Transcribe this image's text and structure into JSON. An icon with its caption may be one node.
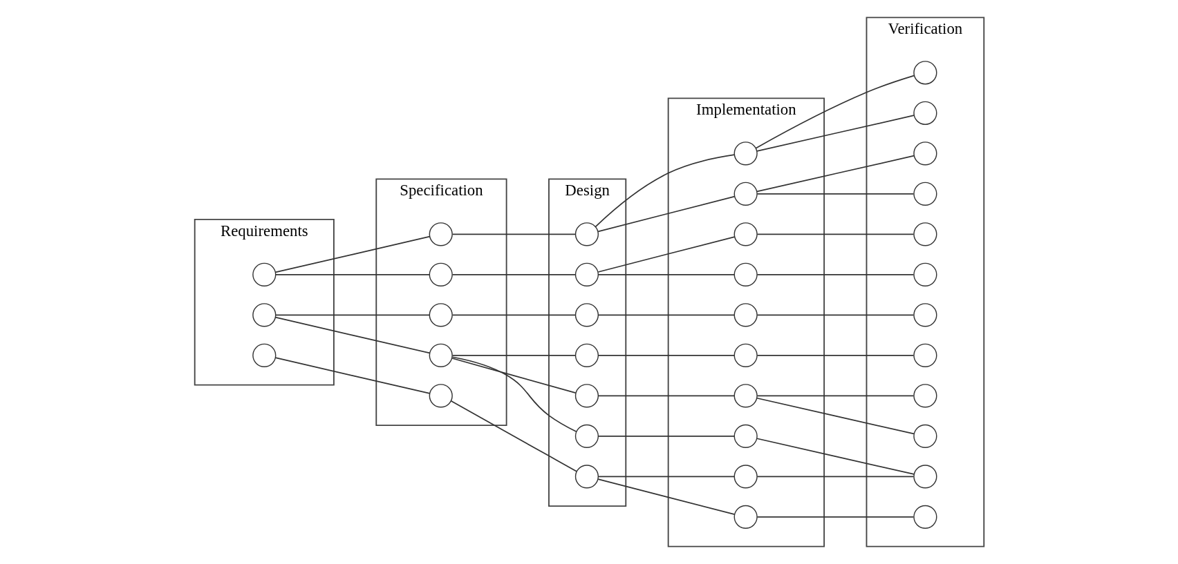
{
  "diagram": {
    "nodes": [
      {
        "text": [
          "Requirements"
        ]
      },
      {
        "text": [
          "Specification"
        ]
      },
      {
        "text": [
          "Design"
        ]
      },
      {
        "text": [
          "Implementation"
        ]
      },
      {
        "text": [
          "Verification"
        ]
      },
      {
        "text": [],
        "shape": "circle",
        "in": 0
      },
      {
        "text": [],
        "shape": "circle",
        "in": 0
      },
      {
        "text": [],
        "shape": "circle",
        "in": 0
      },
      {
        "text": [],
        "shape": "circle",
        "in": 1
      },
      {
        "text": [],
        "shape": "circle",
        "in": 1
      },
      {
        "text": [],
        "shape": "circle",
        "in": 1
      },
      {
        "text": [],
        "shape": "circle",
        "in": 1
      },
      {
        "text": [],
        "shape": "circle",
        "in": 1
      },
      {
        "text": [],
        "shape": "circle",
        "in": 2
      },
      {
        "text": [],
        "shape": "circle",
        "in": 2
      },
      {
        "text": [],
        "shape": "circle",
        "in": 2
      },
      {
        "text": [],
        "shape": "circle",
        "in": 2
      },
      {
        "text": [],
        "shape": "circle",
        "in": 2
      },
      {
        "text": [],
        "shape": "circle",
        "in": 2
      },
      {
        "text": [],
        "shape": "circle",
        "in": 2
      },
      {
        "text": [],
        "shape": "circle",
        "in": 3
      },
      {
        "text": [],
        "shape": "circle",
        "in": 3
      },
      {
        "text": [],
        "shape": "circle",
        "in": 3
      },
      {
        "text": [],
        "shape": "circle",
        "in": 3
      },
      {
        "text": [],
        "shape": "circle",
        "in": 3
      },
      {
        "text": [],
        "shape": "circle",
        "in": 3
      },
      {
        "text": [],
        "shape": "circle",
        "in": 3
      },
      {
        "text": [],
        "shape": "circle",
        "in": 3
      },
      {
        "text": [],
        "shape": "circle",
        "in": 3
      },
      {
        "text": [],
        "shape": "circle",
        "in": 3
      },
      {
        "text": [],
        "shape": "circle",
        "in": 4
      },
      {
        "text": [],
        "shape": "circle",
        "in": 4
      },
      {
        "text": [],
        "shape": "circle",
        "in": 4
      },
      {
        "text": [],
        "shape": "circle",
        "in": 4
      },
      {
        "text": [],
        "shape": "circle",
        "in": 4
      },
      {
        "text": [],
        "shape": "circle",
        "in": 4
      },
      {
        "text": [],
        "shape": "circle",
        "in": 4
      },
      {
        "text": [],
        "shape": "circle",
        "in": 4
      },
      {
        "text": [],
        "shape": "circle",
        "in": 4
      },
      {
        "text": [],
        "shape": "circle",
        "in": 4
      },
      {
        "text": [],
        "shape": "circle",
        "in": 4
      },
      {
        "text": [],
        "shape": "circle",
        "in": 4
      }
    ],
    "edges": [
      {
        "from": 5,
        "to": 8,
        "arrow": "none"
      },
      {
        "from": 5,
        "to": 9,
        "arrow": "none"
      },
      {
        "from": 8,
        "to": 13,
        "arrow": "none"
      },
      {
        "from": 9,
        "to": 14,
        "arrow": "none"
      },
      {
        "from": 13,
        "to": 20,
        "arrow": "none"
      },
      {
        "from": 13,
        "to": 21,
        "arrow": "none"
      },
      {
        "from": 20,
        "to": 30,
        "arrow": "none"
      },
      {
        "from": 20,
        "to": 31,
        "arrow": "none"
      },
      {
        "from": 21,
        "to": 32,
        "arrow": "none"
      },
      {
        "from": 21,
        "to": 33,
        "arrow": "none"
      },
      {
        "from": 14,
        "to": 22,
        "arrow": "none"
      },
      {
        "from": 14,
        "to": 23,
        "arrow": "none"
      },
      {
        "from": 22,
        "to": 34,
        "arrow": "none"
      },
      {
        "from": 23,
        "to": 35,
        "arrow": "none"
      },
      {
        "from": 6,
        "to": 10,
        "arrow": "none"
      },
      {
        "from": 6,
        "to": 11,
        "arrow": "none"
      },
      {
        "from": 10,
        "to": 15,
        "arrow": "none"
      },
      {
        "from": 15,
        "to": 24,
        "arrow": "none"
      },
      {
        "from": 24,
        "to": 36,
        "arrow": "none"
      },
      {
        "from": 11,
        "to": 16,
        "arrow": "none"
      },
      {
        "from": 11,
        "to": 17,
        "arrow": "none"
      },
      {
        "from": 11,
        "to": 18,
        "arrow": "none"
      },
      {
        "from": 16,
        "to": 25,
        "arrow": "none"
      },
      {
        "from": 25,
        "to": 37,
        "arrow": "none"
      },
      {
        "from": 17,
        "to": 26,
        "arrow": "none"
      },
      {
        "from": 26,
        "to": 38,
        "arrow": "none"
      },
      {
        "from": 26,
        "to": 39,
        "arrow": "none"
      },
      {
        "from": 18,
        "to": 27,
        "arrow": "none"
      },
      {
        "from": 27,
        "to": 40,
        "arrow": "none"
      },
      {
        "from": 7,
        "to": 12,
        "arrow": "none"
      },
      {
        "from": 12,
        "to": 19,
        "arrow": "none"
      },
      {
        "from": 19,
        "to": 28,
        "arrow": "none"
      },
      {
        "from": 19,
        "to": 29,
        "arrow": "none"
      },
      {
        "from": 28,
        "to": 40,
        "arrow": "none"
      },
      {
        "from": 29,
        "to": 41,
        "arrow": "none"
      }
    ]
  }
}
